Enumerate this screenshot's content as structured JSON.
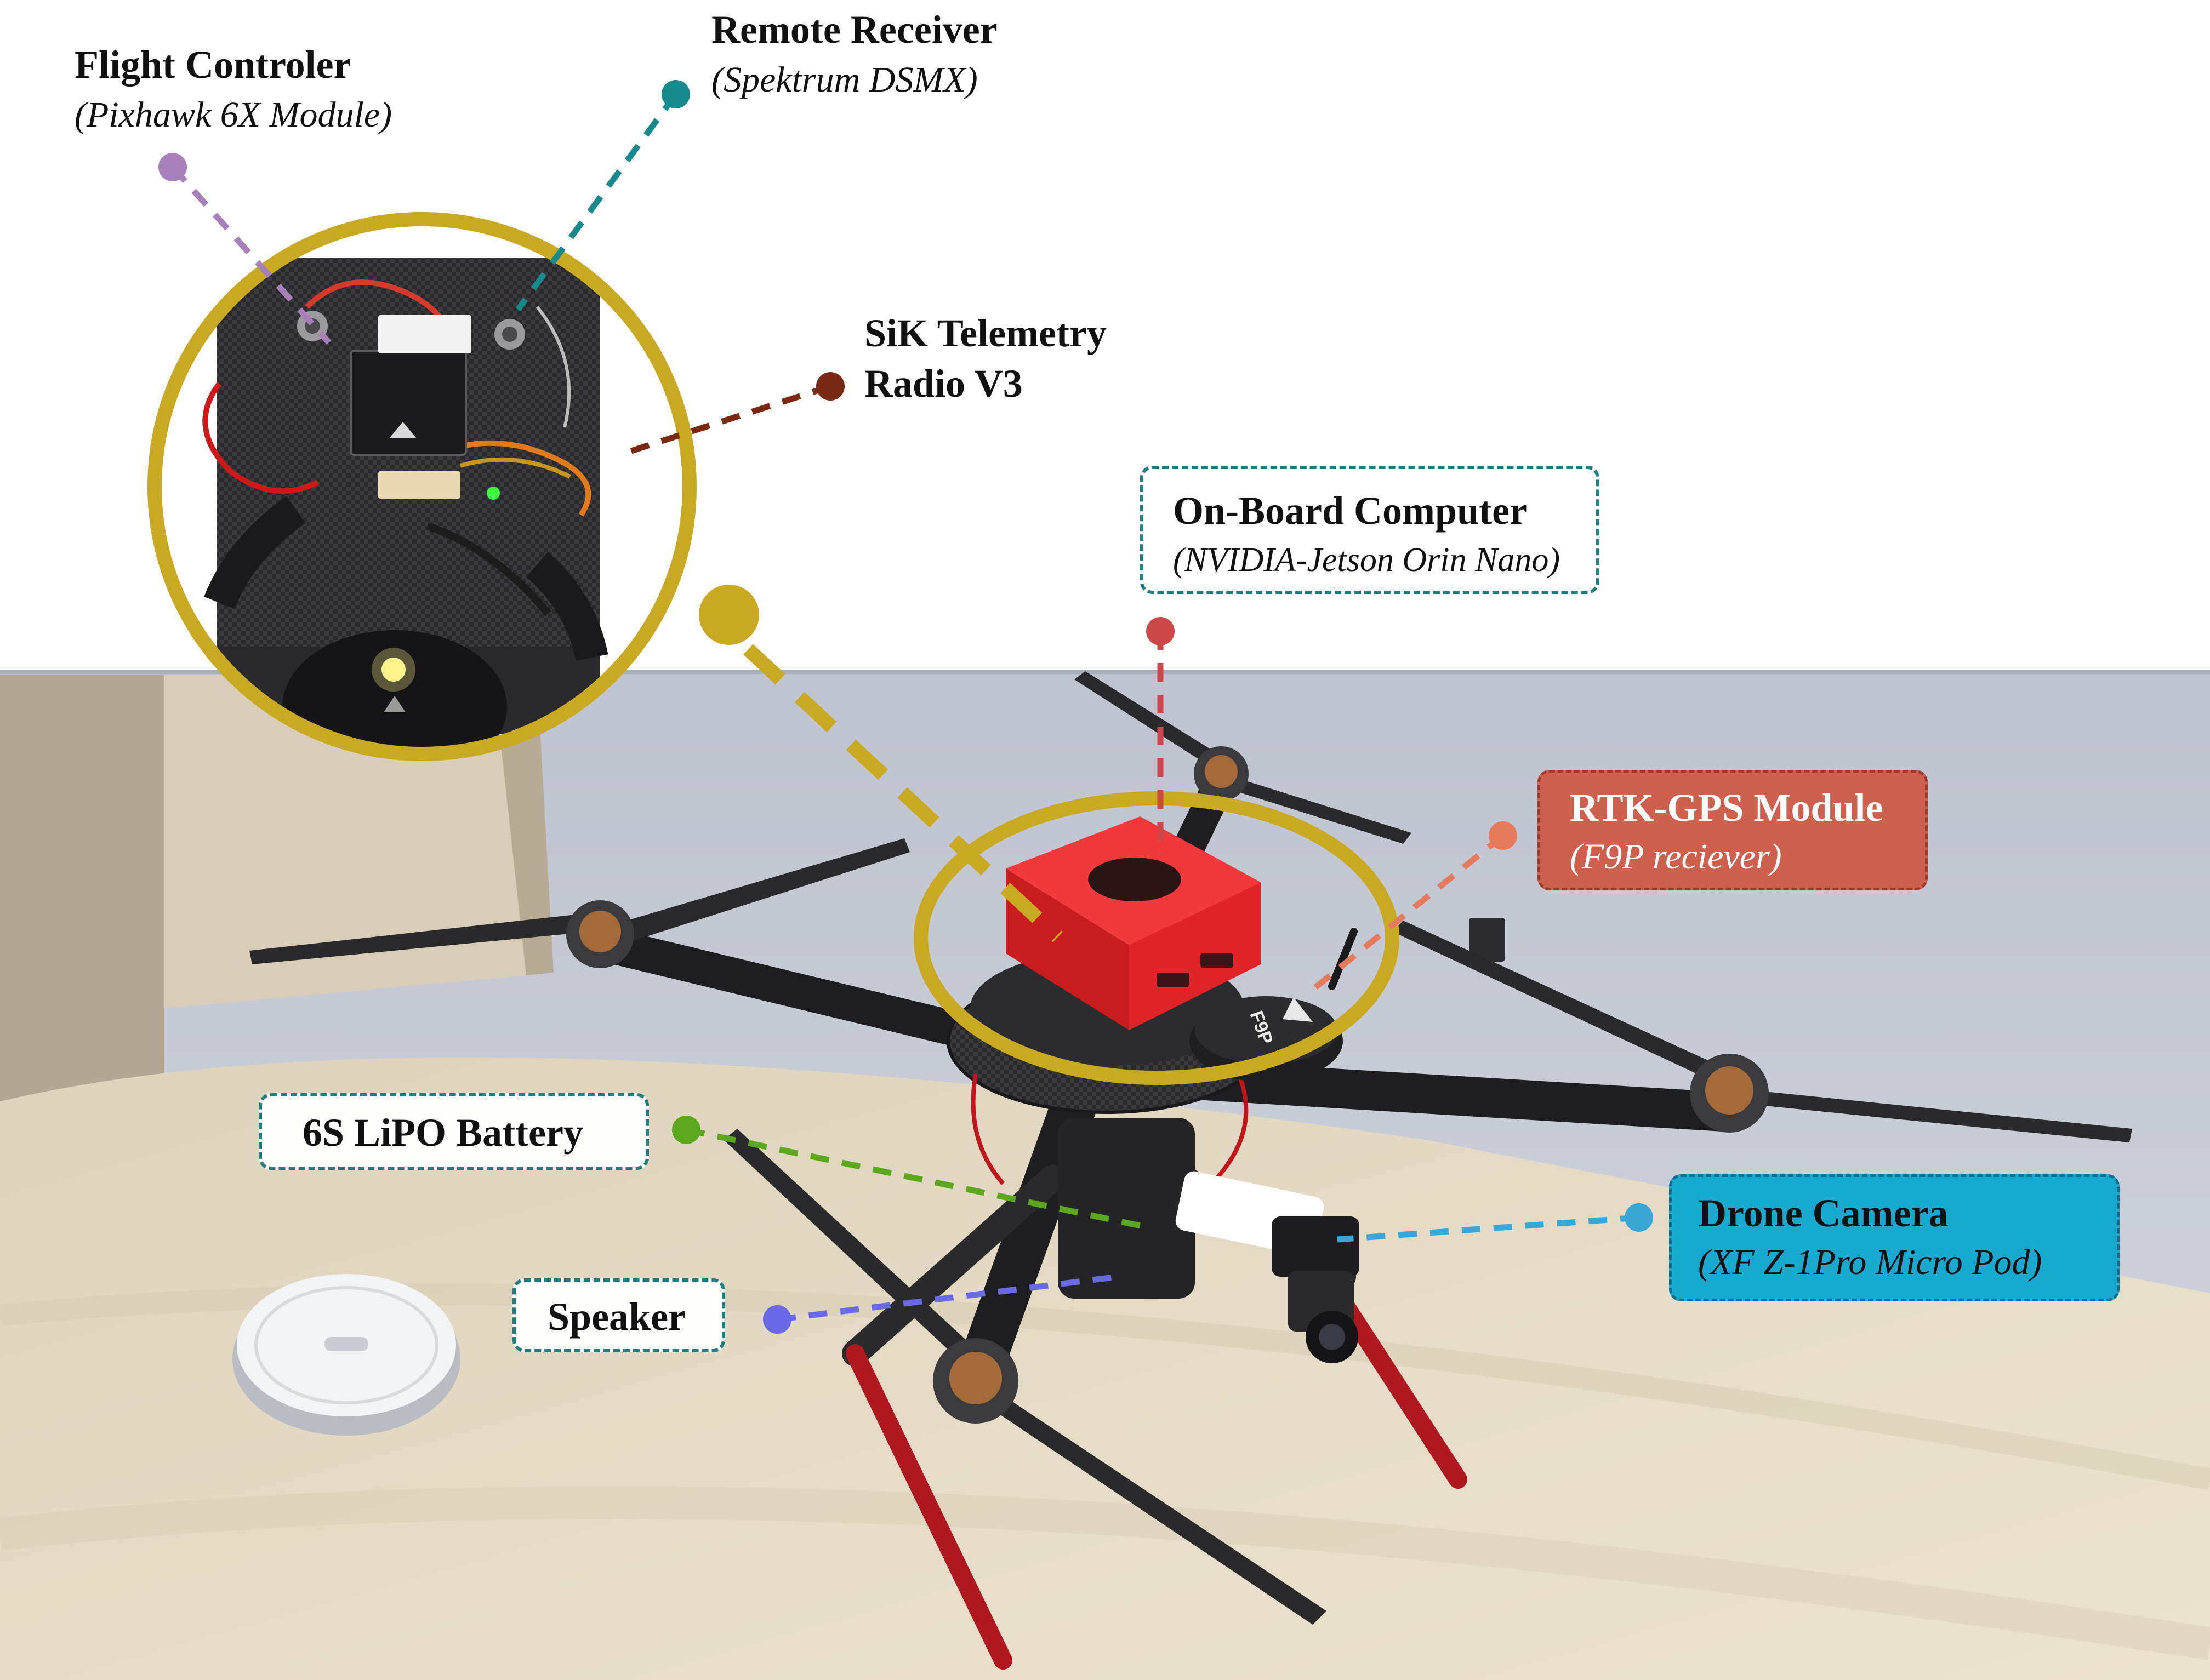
{
  "labels": {
    "flight_controller": {
      "title": "Flight Controler",
      "subtitle": "(Pixhawk 6X Module)"
    },
    "remote_receiver": {
      "title": "Remote Receiver",
      "subtitle": "(Spektrum DSMX)"
    },
    "telemetry_radio": {
      "title_line1": "SiK Telemetry",
      "title_line2": "Radio V3"
    },
    "onboard_computer": {
      "title": "On-Board Computer",
      "subtitle": "(NVIDIA-Jetson Orin Nano)"
    },
    "rtk_gps": {
      "title": "RTK-GPS Module",
      "subtitle": "(F9P reciever)"
    },
    "battery": {
      "title": "6S LiPO Battery"
    },
    "drone_camera": {
      "title": "Drone Camera",
      "subtitle": "(XF Z-1Pro Micro Pod)"
    },
    "speaker": {
      "title": "Speaker"
    },
    "gps_puck_marking": "F9P"
  },
  "colors": {
    "zoom_ring": "#c9a822",
    "flight_controller": "#a67fbb",
    "remote_receiver": "#168a8c",
    "telemetry_radio": "#7a2a12",
    "onboard_computer": "#cc4747",
    "rtk_gps": "#e57a5c",
    "battery": "#5ba81f",
    "drone_camera": "#3aa8d6",
    "speaker": "#6a6ae8",
    "jetson_case": "#e8282a",
    "wall": "#c8ccd6",
    "table": "#e6dcc7"
  }
}
